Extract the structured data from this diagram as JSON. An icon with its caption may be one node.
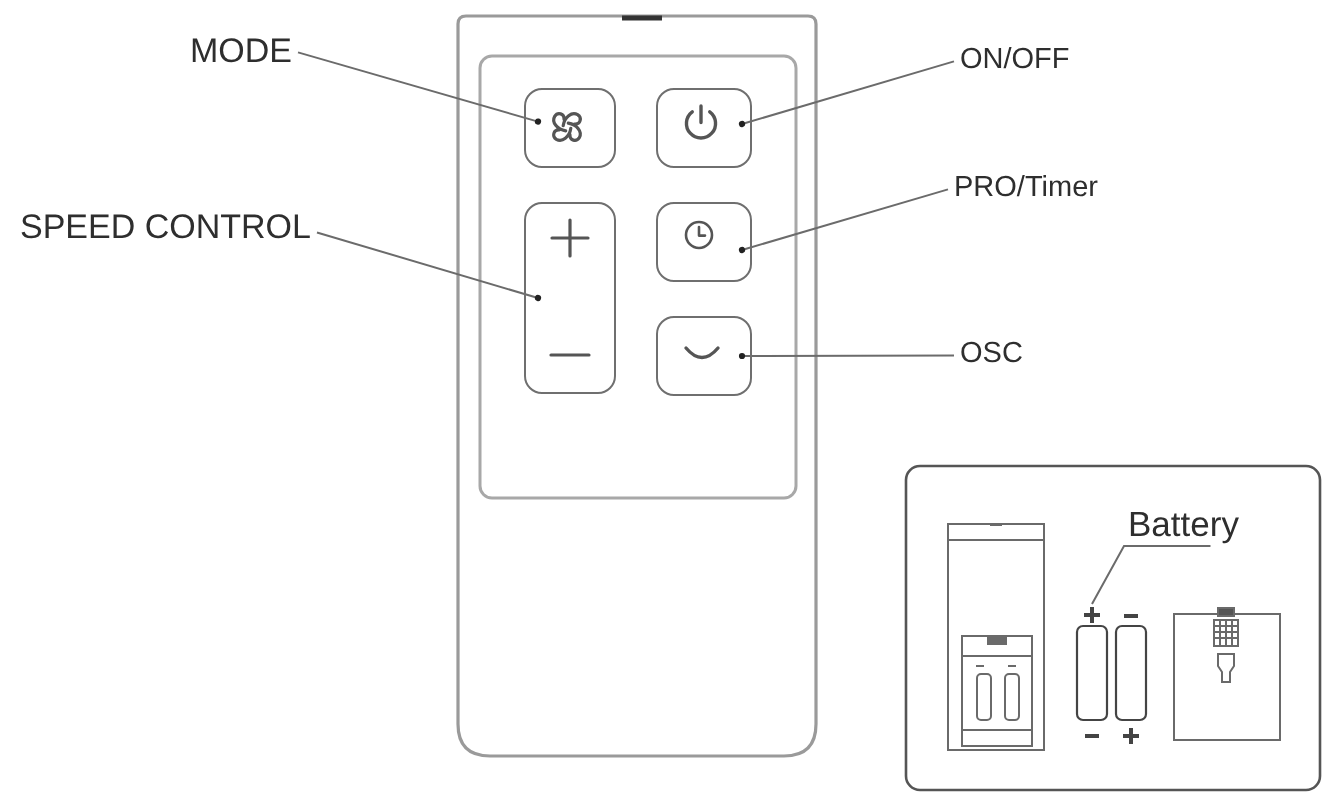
{
  "diagram": {
    "nodes": [
      {
        "text": [
          "MODE"
        ]
      },
      {
        "text": [
          "ON/OFF"
        ]
      },
      {
        "text": [],
        "shape": "box"
      },
      {
        "text": [],
        "shape": "box"
      },
      {
        "text": [
          "SPEED CONTROL"
        ]
      },
      {
        "text": [],
        "shape": "box"
      },
      {
        "text": [
          "PRO/Timer"
        ]
      },
      {
        "text": [],
        "shape": "box"
      },
      {
        "text": [
          "OSC"
        ]
      },
      {
        "text": [],
        "shape": "box"
      },
      {
        "text": [
          "Battery"
        ]
      },
      {
        "text": [],
        "shape": "bar"
      }
    ],
    "edges": [
      {
        "from": 0,
        "to": 2,
        "arrow": "other"
      },
      {
        "from": 1,
        "to": 3,
        "arrow": "other"
      },
      {
        "from": 4,
        "to": 5,
        "arrow": "other"
      },
      {
        "from": 6,
        "to": 7,
        "arrow": "other"
      },
      {
        "from": 8,
        "to": 9,
        "arrow": "other"
      },
      {
        "from": 10,
        "to": 11,
        "arrow": "none"
      }
    ]
  }
}
